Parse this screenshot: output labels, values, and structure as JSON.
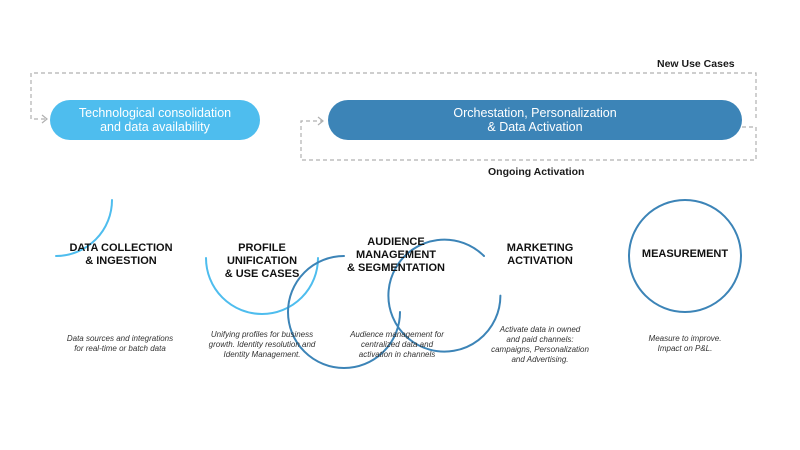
{
  "flow": {
    "top_label": "New Use Cases",
    "bottom_label": "Ongoing Activation",
    "line_color": "#b0b0b0"
  },
  "pills": {
    "consolidation": {
      "text": "Technological consolidation\nand data availability",
      "color": "#4ebdee"
    },
    "orchestration": {
      "text": "Orchestation, Personalization\n& Data Activation",
      "color": "#3c84b7"
    }
  },
  "stages": [
    {
      "title": "DATA COLLECTION\n& INGESTION",
      "description": "Data sources and integrations\nfor real-time or batch data",
      "progress": 0.25,
      "color": "#4ebdee"
    },
    {
      "title": "PROFILE\nUNIFICATION\n& USE CASES",
      "description": "Unifying profiles for business\ngrowth. Identity resolution and\nIdentity Management.",
      "progress": 0.5,
      "color": "#4ebdee"
    },
    {
      "title": "AUDIENCE\nMANAGEMENT\n& SEGMENTATION",
      "description": "Audience management for\ncentralized data and\nactivation in channels",
      "progress": 0.75,
      "color": "#3c84b7"
    },
    {
      "title": "MARKETING\nACTIVATION",
      "description": "Activate data in owned\nand paid channels:\ncampaigns, Personalization\nand Advertising.",
      "progress": 0.875,
      "color": "#3c84b7"
    },
    {
      "title": "MEASUREMENT",
      "description": "Measure to improve.\nImpact on P&L.",
      "progress": 1.0,
      "color": "#3c84b7"
    }
  ]
}
